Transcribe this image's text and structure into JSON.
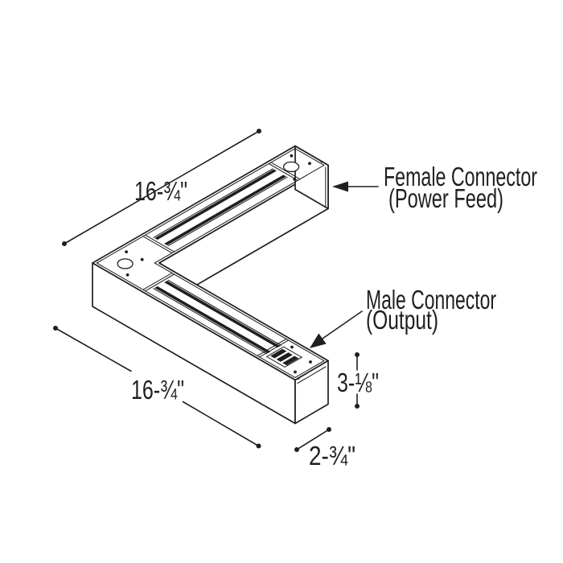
{
  "labels": {
    "female": {
      "line1": "Female Connector",
      "line2": "(Power Feed)"
    },
    "male": {
      "line1": "Male Connector",
      "line2": "(Output)"
    }
  },
  "dimensions": {
    "top_length": "16-¾\"",
    "left_length": "16-¾\"",
    "height": "3-⅛\"",
    "depth": "2-¾\""
  },
  "colors": {
    "ink": "#1f1f1f",
    "background": "#ffffff"
  }
}
